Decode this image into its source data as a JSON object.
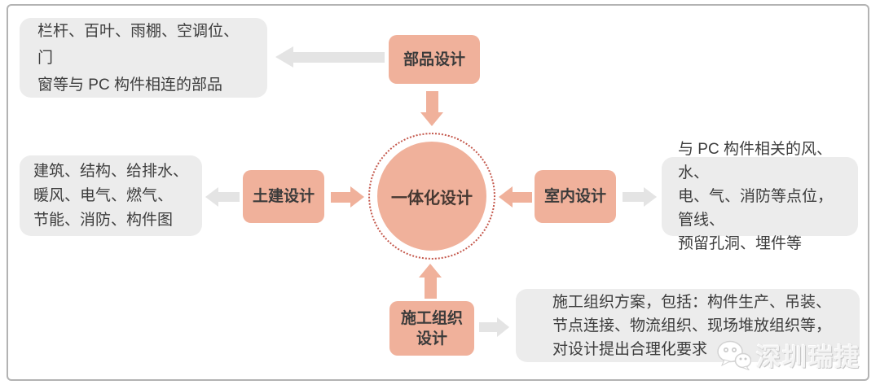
{
  "center": {
    "label": "一体化设计"
  },
  "branches": {
    "product": {
      "label": "部品设计",
      "desc": "栏杆、百叶、雨棚、空调位、门\n窗等与 PC 构件相连的部品"
    },
    "civil": {
      "label": "土建设计",
      "desc": "建筑、结构、给排水、\n暖风、电气、燃气、\n节能、消防、构件图"
    },
    "interior": {
      "label": "室内设计",
      "desc": "与 PC 构件相关的风、水、\n电、气、消防等点位，管线、\n预留孔洞、埋件等"
    },
    "construction": {
      "label": "施工组织\n设计",
      "desc": "施工组织方案，包括：构件生产、吊装、\n节点连接、物流组织、现场堆放组织等，\n对设计提出合理化要求"
    }
  },
  "watermark": {
    "brand": "深圳瑞捷"
  },
  "colors": {
    "salmon": "#F0B19B",
    "gray-box": "#ECECEC",
    "gray-arrow": "#E4E4E4",
    "ink": "#3D3D3D",
    "ring": "#C4584C",
    "frame": "#B3B3B3"
  }
}
